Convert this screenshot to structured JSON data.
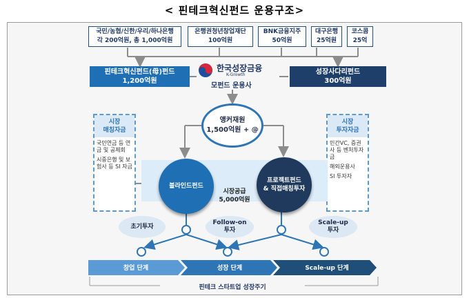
{
  "title": "< 핀테크혁신펀드 운용구조>",
  "sources": [
    {
      "line1": "국민/농협/신한/우리/하나은행",
      "line2": "각 200억원, 총 1,000억원"
    },
    {
      "line1": "은행권청년창업재단",
      "line2": "100억원"
    },
    {
      "line1": "BNK금융지주",
      "line2": "50억원"
    },
    {
      "line1": "대구은행",
      "line2": "25억원"
    },
    {
      "line1": "코스콤",
      "line2": "25억"
    }
  ],
  "mother_fund": {
    "line1": "핀테크혁신펀드(母)펀드",
    "line2": "1,200억원"
  },
  "ladder_fund": {
    "line1": "성장사다리펀드",
    "line2": "300억원"
  },
  "logo": {
    "name": "한국성장금융",
    "sub": "K-Growth",
    "caption": "모펀드 운용사"
  },
  "anchor": {
    "line1": "앵커재원",
    "line2": "1,500억원 + @"
  },
  "left_side": {
    "head1": "시장",
    "head2": "매칭자금",
    "items": [
      "국민연금 등 연금 및 공제회",
      "시중은행 및 보험사 등 SI 자금"
    ]
  },
  "right_side": {
    "head1": "시장",
    "head2": "투자자금",
    "items": [
      "민간VC, 증권사 등 벤처투자금",
      "해외운용사",
      "SI 투자자"
    ]
  },
  "blind_fund": "블라인드펀드",
  "project_fund": {
    "line1": "프로젝트펀드",
    "line2": "& 직접매칭투자"
  },
  "market_supply": {
    "line1": "시장공급",
    "line2": "5,000억원"
  },
  "investments": [
    {
      "line1": "초기투자",
      "line2": ""
    },
    {
      "line1": "Follow-on",
      "line2": "투자"
    },
    {
      "line1": "Scale-up",
      "line2": "투자"
    }
  ],
  "stages": [
    "창업 단계",
    "성장 단계",
    "Scale-up 단계"
  ],
  "stage_colors": [
    "#5b9bd5",
    "#2e75b6",
    "#1f4e79"
  ],
  "footer": "핀테크 스타트업 성장주기"
}
